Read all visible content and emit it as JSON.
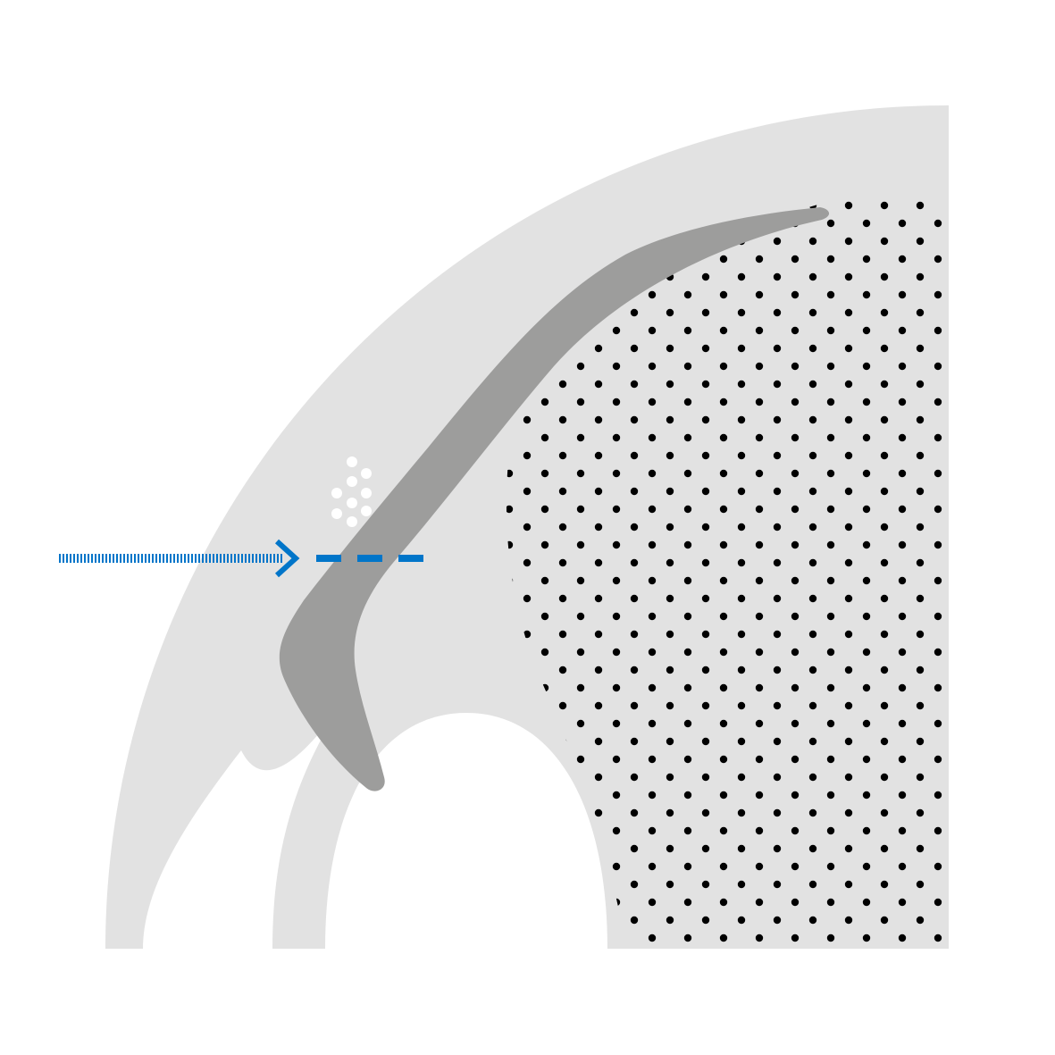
{
  "diagram": {
    "type": "anatomical-cross-section",
    "labels": [],
    "colors": {
      "background": "#ffffff",
      "outer_tissue": "#e2e2e2",
      "curved_structure": "#9d9d9c",
      "dot_pattern": "#000000",
      "small_white_dots": "#ffffff",
      "indicator_blue": "#0075c9"
    },
    "indicator": {
      "style_incoming": "dotted",
      "style_onward": "dashed",
      "arrowhead": "chevron-right"
    }
  }
}
